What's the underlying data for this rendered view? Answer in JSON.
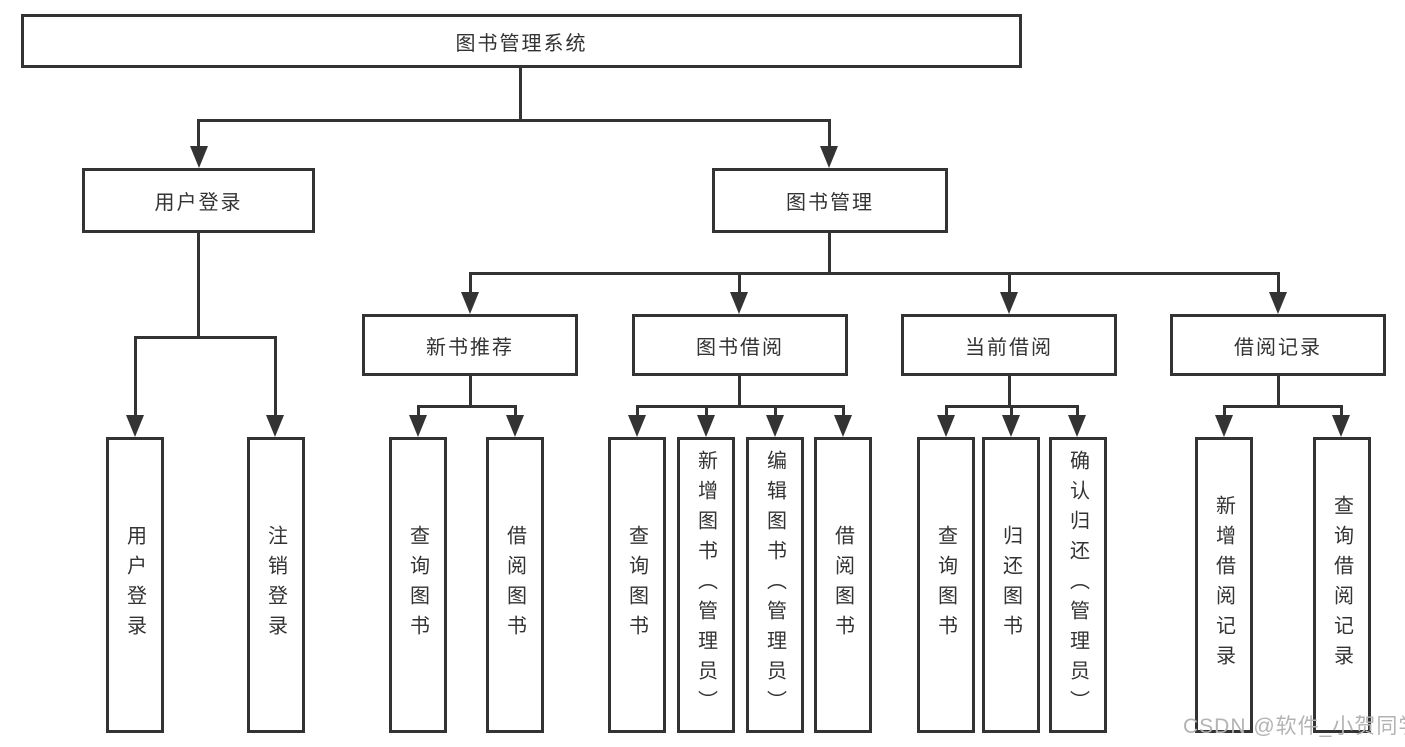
{
  "colors": {
    "line": "#333333",
    "border": "#333333",
    "text": "#333333",
    "background": "#ffffff",
    "watermark": "#b3b3b6"
  },
  "watermark": {
    "text": "CSDN @软件_小贺同学"
  },
  "tree": {
    "root": {
      "label": "图书管理系统"
    },
    "branches": [
      {
        "label": "用户登录",
        "children": [
          "用户登录",
          "注销登录"
        ]
      },
      {
        "label": "图书管理",
        "groups": [
          {
            "label": "新书推荐",
            "children": [
              "查询图书",
              "借阅图书"
            ]
          },
          {
            "label": "图书借阅",
            "children": [
              "查询图书",
              "新增图书（管理员）",
              "编辑图书（管理员）",
              "借阅图书"
            ]
          },
          {
            "label": "当前借阅",
            "children": [
              "查询图书",
              "归还图书",
              "确认归还（管理员）"
            ]
          },
          {
            "label": "借阅记录",
            "children": [
              "新增借阅记录",
              "查询借阅记录"
            ]
          }
        ]
      }
    ]
  }
}
